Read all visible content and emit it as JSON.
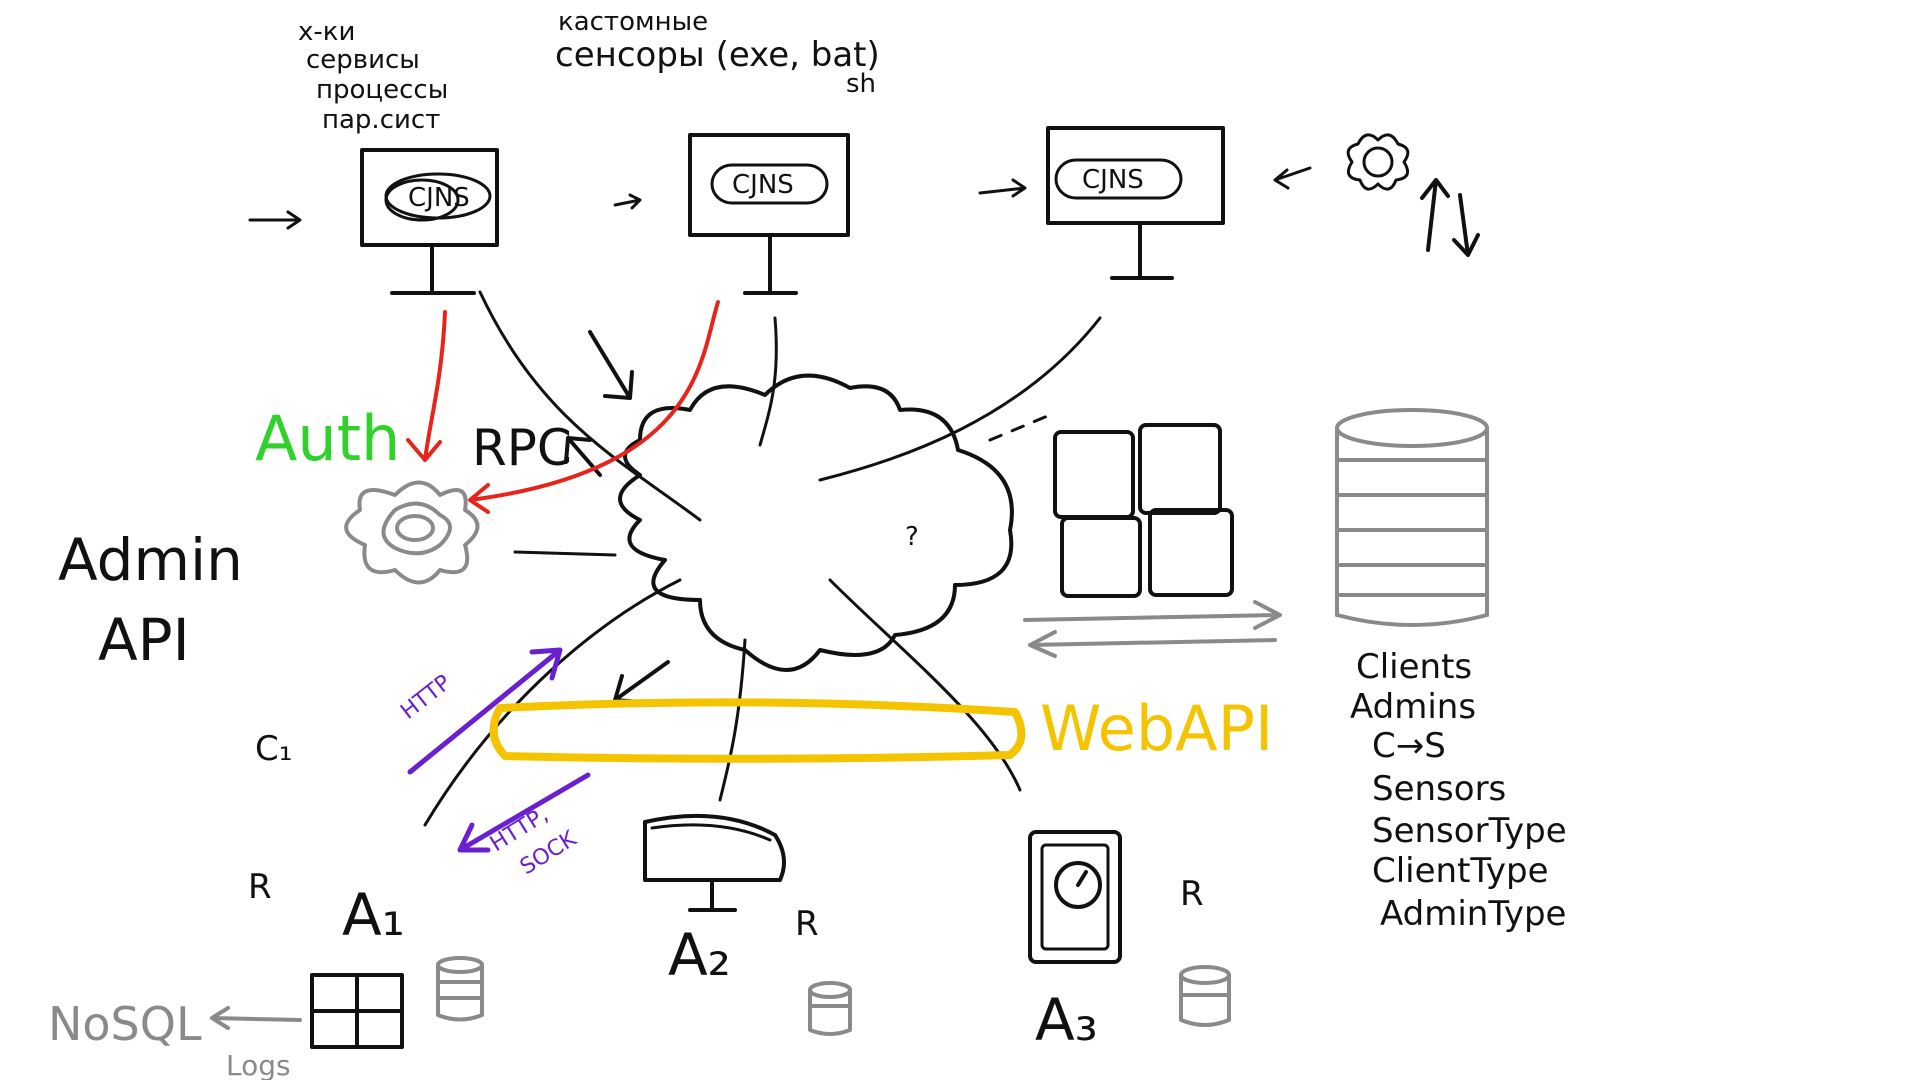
{
  "colors": {
    "ink": "#111111",
    "gray": "#8a8a8a",
    "auth": "#2fd12a",
    "red_arrow": "#e8231c",
    "http_arrow": "#6a1fd0",
    "web_api": "#f5c400"
  },
  "icons": [
    "monitor-icon",
    "cloud-icon",
    "gear-icon",
    "grid-icon",
    "database-icon",
    "scanner-icon",
    "smartwatch-icon",
    "arrow-icon"
  ],
  "notes": {
    "monitor1": [
      "х-ки",
      "сервисы",
      "процессы",
      "пар.сист"
    ],
    "monitor2": [
      "кастомные",
      "сенсоры (exe, bat)",
      "sh"
    ]
  },
  "monitor_label": "CJNS",
  "labels": {
    "auth": "Auth",
    "rpc": "RPC",
    "admin_api": [
      "Admin",
      "API"
    ],
    "http": "HTTP",
    "http_sock": [
      "HTTP,",
      "SOCK"
    ],
    "web_api": "WebAPI",
    "c1": "C₁",
    "question": "?",
    "agents": [
      {
        "name": "A₁",
        "r": "R"
      },
      {
        "name": "A₂",
        "r": "R"
      },
      {
        "name": "A₃",
        "r": "R"
      }
    ],
    "nosql": "NoSQL",
    "logs": "Logs"
  },
  "db_tables": [
    "Clients",
    "Admins",
    "C→S",
    "Sensors",
    "SensorType",
    "ClientType",
    "AdminType"
  ]
}
